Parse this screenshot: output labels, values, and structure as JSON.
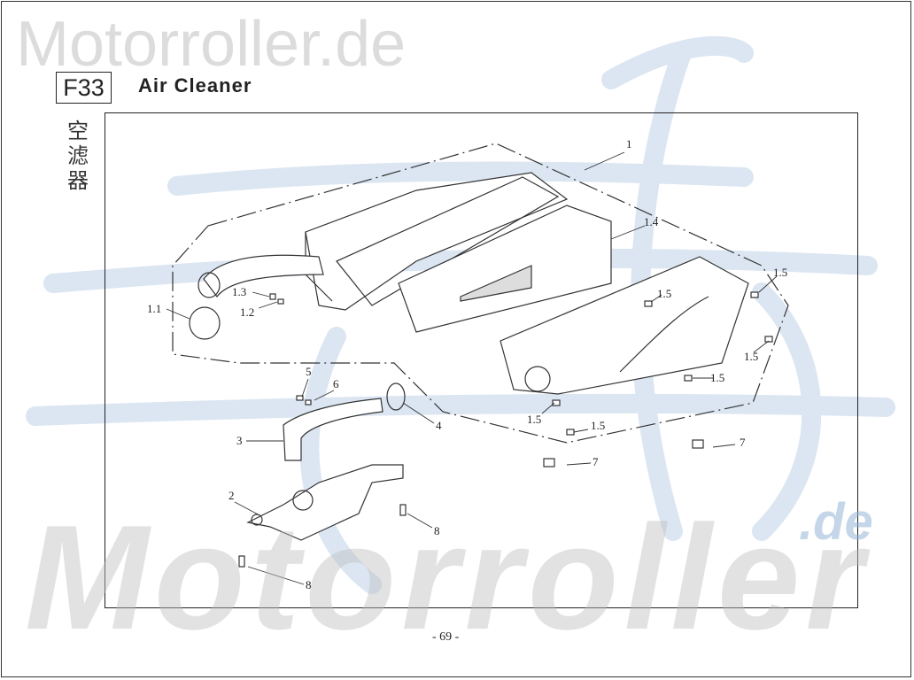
{
  "watermark": {
    "top": "Motorroller.de",
    "bottom": "Motorroller",
    "bottom_suffix": ".de",
    "color_gray": "#dcdcdc",
    "color_blue": "#b9cfe6"
  },
  "header": {
    "code": "F33",
    "title": "Air Cleaner",
    "chinese": [
      "空",
      "滤",
      "器"
    ]
  },
  "callouts": [
    "1",
    "1.4",
    "1.5",
    "1.5",
    "1.5",
    "1.5",
    "1.5",
    "1.5",
    "1.3",
    "1.2",
    "1.1",
    "5",
    "6",
    "4",
    "3",
    "7",
    "7",
    "2",
    "8",
    "8"
  ],
  "page_number": "-  69  -"
}
